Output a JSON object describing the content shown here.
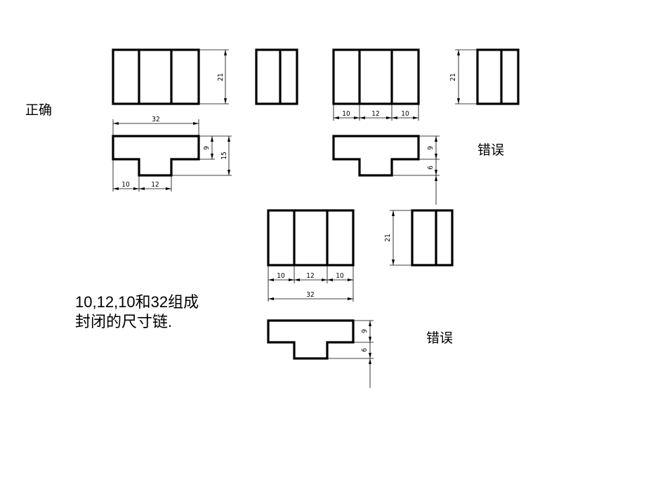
{
  "labels": {
    "correct": "正确",
    "wrong_top": "错误",
    "wrong_bottom": "错误"
  },
  "note": {
    "line1": "10,12,10和32组成",
    "line2": "封闭的尺寸链."
  },
  "dims": {
    "correct": {
      "height_21": "21",
      "width_32": "32",
      "thick_9": "9",
      "total_15": "15",
      "left_10": "10",
      "stem_12": "12"
    },
    "wrong_top": {
      "left_10": "10",
      "mid_12": "12",
      "right_10": "10",
      "height_21": "21",
      "thick_9": "9",
      "stem_6": "6"
    },
    "wrong_bottom": {
      "height_21": "21",
      "left_10": "10",
      "mid_12": "12",
      "right_10": "10",
      "width_32": "32",
      "thick_9": "9",
      "stem_6": "6"
    }
  }
}
